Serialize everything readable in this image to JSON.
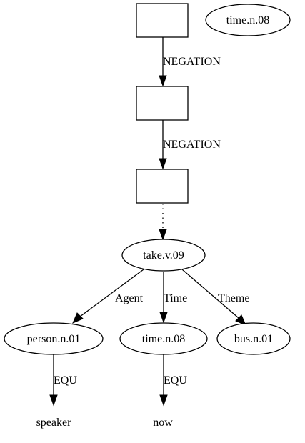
{
  "nodes": {
    "time_top": "time.n.08",
    "take": "take.v.09",
    "person": "person.n.01",
    "time": "time.n.08",
    "bus": "bus.n.01",
    "speaker": "speaker",
    "now": "now"
  },
  "edges": {
    "negation_1": "NEGATION",
    "negation_2": "NEGATION",
    "agent": "Agent",
    "time": "Time",
    "theme": "Theme",
    "equ_1": "EQU",
    "equ_2": "EQU"
  }
}
